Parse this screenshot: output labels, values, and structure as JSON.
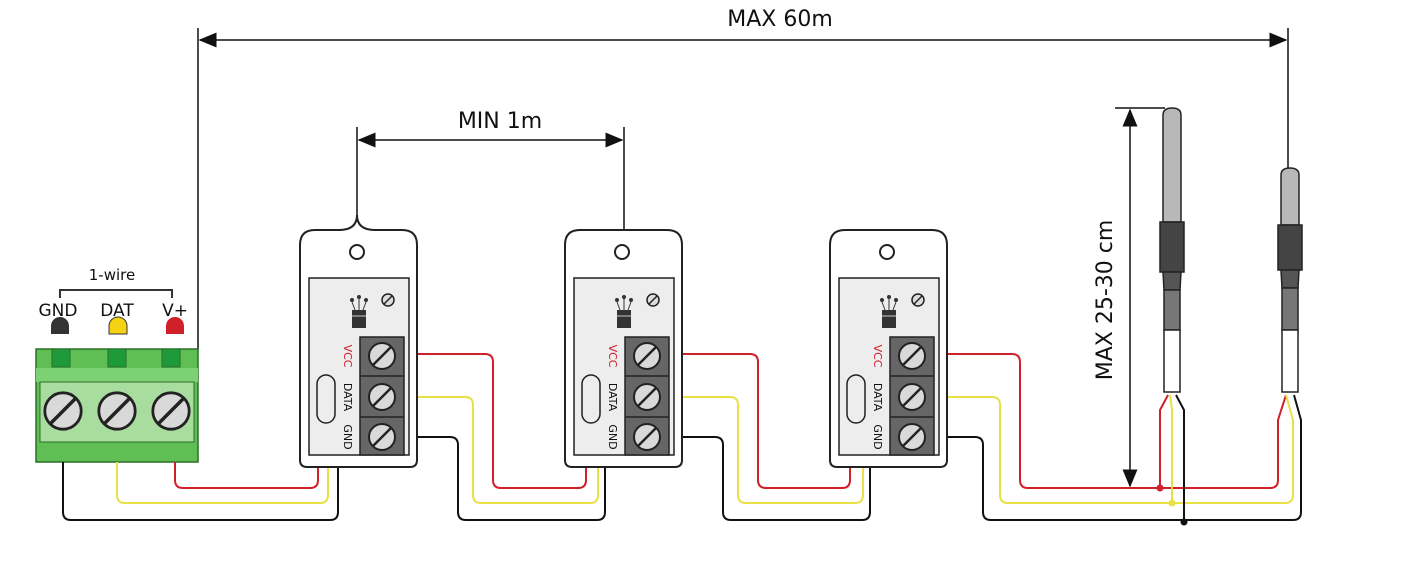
{
  "dimensions": {
    "total_length": "MAX 60m",
    "min_spacing": "MIN 1m",
    "probe_length": "MAX 25-30 cm"
  },
  "connector": {
    "bus_label": "1-wire",
    "pins": [
      {
        "label": "GND",
        "color": "#333333"
      },
      {
        "label": "DAT",
        "color": "#f5d312"
      },
      {
        "label": "V+",
        "color": "#d0202a"
      }
    ],
    "body_color": "#4cb648"
  },
  "module_terminals": {
    "vcc": "VCC",
    "data": "DATA",
    "gnd": "GND"
  },
  "wire_colors": {
    "vcc": "#d0202a",
    "data": "#e8e045",
    "gnd": "#111111"
  }
}
